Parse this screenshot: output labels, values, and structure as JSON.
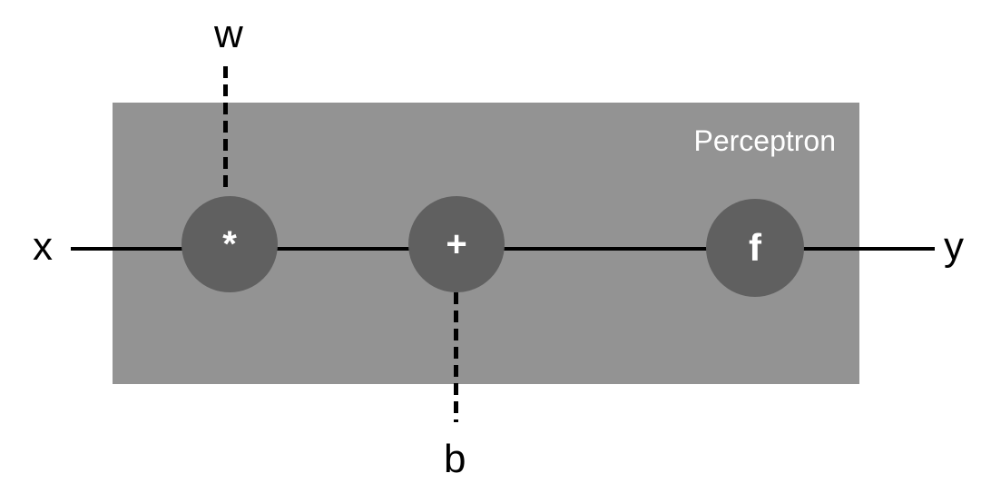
{
  "diagram": {
    "container_label": "Perceptron",
    "inputs": {
      "x": "x",
      "w": "w",
      "b": "b"
    },
    "output": "y",
    "nodes": {
      "multiply": "*",
      "add": "+",
      "activation": "f"
    }
  },
  "colors": {
    "container": "#939393",
    "node": "#606060",
    "node_text": "#ffffff",
    "line": "#000000"
  }
}
